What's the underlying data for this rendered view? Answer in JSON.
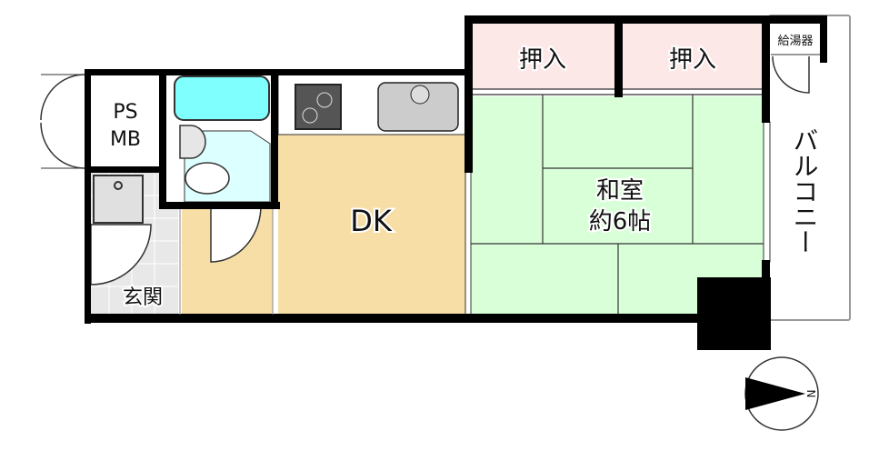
{
  "rooms": {
    "ps_mb_line1": "PS",
    "ps_mb_line2": "MB",
    "entrance": "玄関",
    "dk": "DK",
    "closet_left": "押入",
    "closet_right": "押入",
    "japanese_room_line1": "和室",
    "japanese_room_line2": "約6帖",
    "water_heater": "給湯器",
    "balcony": "バルコニー"
  },
  "compass": {
    "label": "N"
  },
  "colors": {
    "tatami": "#d8ffd8",
    "closet": "#fde8e8",
    "floor_wood": "#f6dea6",
    "tub": "#80ffff",
    "toilet_room": "#dcffff",
    "entrance_tile": "#e8e8e8",
    "wall": "#000000"
  }
}
